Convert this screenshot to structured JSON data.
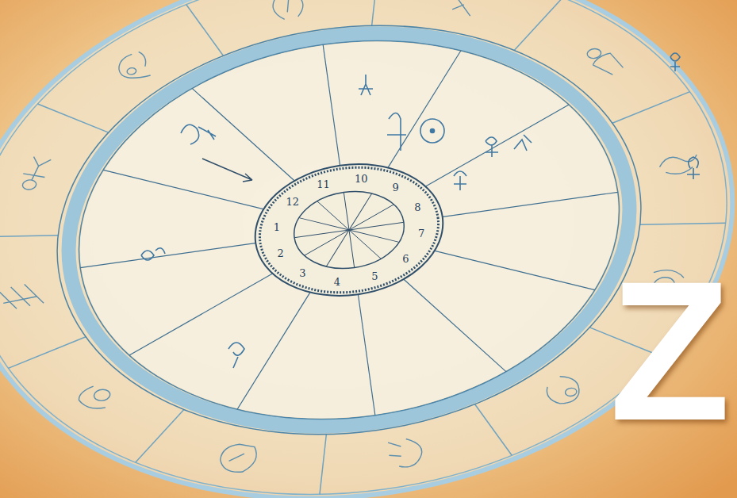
{
  "diagram": {
    "labels": [
      "Z",
      "1",
      "2",
      "3",
      "4",
      "5",
      "6",
      "7",
      "8",
      "9",
      "10",
      "11",
      "12"
    ]
  }
}
